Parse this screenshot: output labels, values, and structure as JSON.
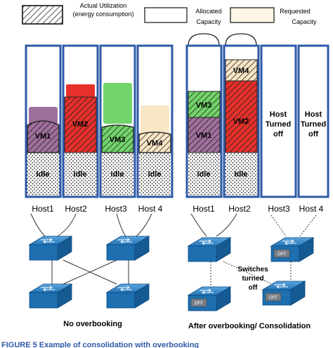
{
  "legend": {
    "actual_utilization": "Actual Utilization",
    "energy_consumption": "(energy consumption)",
    "allocated_1": "Allocated",
    "allocated_2": "Capacity",
    "requested_1": "Requested",
    "requested_2": "Capacity"
  },
  "hosts_left": [
    {
      "label": "Host1",
      "vm": "VM1",
      "idle": "Idle"
    },
    {
      "label": "Host2",
      "vm": "VM2",
      "idle": "Idle"
    },
    {
      "label": "Host3",
      "vm": "VM3",
      "idle": "Idle"
    },
    {
      "label": "Host 4",
      "vm": "VM4",
      "idle": "Idle"
    }
  ],
  "hosts_right": [
    {
      "label": "Host1",
      "vms": [
        "VM3",
        "VM1"
      ],
      "idle": "Idle"
    },
    {
      "label": "Host2",
      "vms": [
        "VM4",
        "VM2"
      ],
      "idle": "Idle"
    },
    {
      "label": "Host3",
      "status_1": "Host",
      "status_2": "Turned",
      "status_3": "off"
    },
    {
      "label": "Host 4",
      "status_1": "Host",
      "status_2": "Turned",
      "status_3": "off"
    }
  ],
  "switches_off": {
    "line1": "Switches",
    "line2": "turned",
    "line3": "off"
  },
  "switch_off_label": "OFF",
  "caption_left": "No overbooking",
  "caption_right": "After overbooking/ Consolidation",
  "figure_caption": "FIGURE 5  Example of consolidation with overbooking",
  "colors": {
    "frame": "#2e5aa8",
    "vm1": "#a0709c",
    "vm2": "#e8302a",
    "vm3": "#72d46a",
    "vm4": "#f8e6c6",
    "switch": "#1d6fb0"
  }
}
